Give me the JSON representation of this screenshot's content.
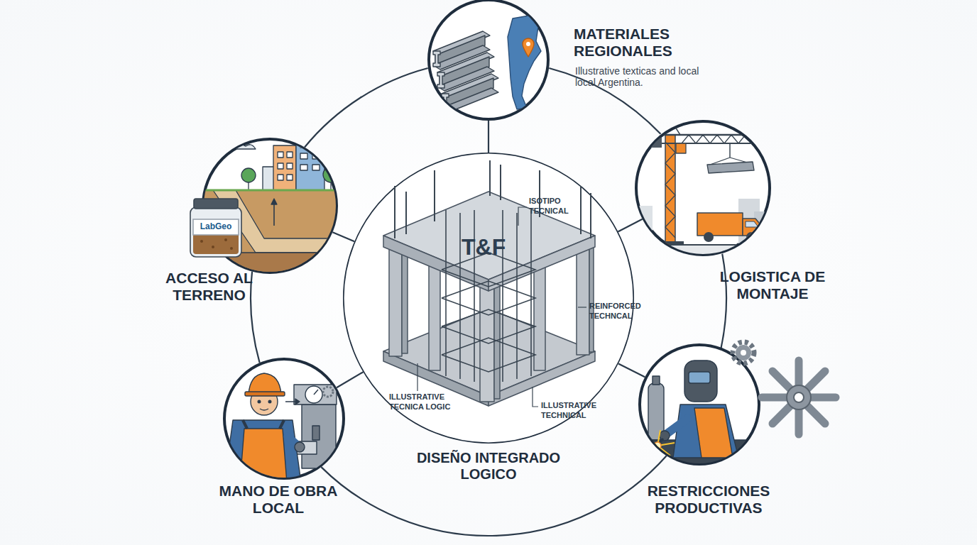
{
  "diagram": {
    "nodes": [
      {
        "text": [
          "DISEÑO INTEGRADO LOGICO"
        ]
      },
      {
        "text": [
          "MATERIALES REGIONALES",
          "Illustrative texticas and local local Argentina."
        ]
      },
      {
        "text": [
          "LOGISTICA DE MONTAJE"
        ]
      },
      {
        "text": [
          "RESTRICCIONES PRODUCTIVAS"
        ]
      },
      {
        "text": [
          "MANO DE OBRA LOCAL"
        ]
      },
      {
        "text": [
          "ACCESO AL TERRENO"
        ]
      }
    ],
    "edges": [
      {
        "from": 0,
        "to": 1,
        "arrow": "none"
      },
      {
        "from": 0,
        "to": 2,
        "arrow": "none"
      },
      {
        "from": 0,
        "to": 3,
        "arrow": "none"
      },
      {
        "from": 0,
        "to": 4,
        "arrow": "none"
      },
      {
        "from": 0,
        "to": 5,
        "arrow": "none"
      },
      {
        "from": 1,
        "to": 2,
        "arrow": "none"
      },
      {
        "from": 2,
        "to": 3,
        "arrow": "none"
      },
      {
        "from": 3,
        "to": 4,
        "arrow": "none"
      },
      {
        "from": 4,
        "to": 5,
        "arrow": "none"
      },
      {
        "from": 5,
        "to": 1,
        "arrow": "none"
      }
    ],
    "labels": [
      "T&F",
      "ISOTIPO TECNICAL",
      "REINFORCED TECHNCAL",
      "ILLUSTRATIVE TECNICA LOGIC",
      "ILLUSTRATIVE TECHNICAL",
      "LabGeo"
    ]
  }
}
